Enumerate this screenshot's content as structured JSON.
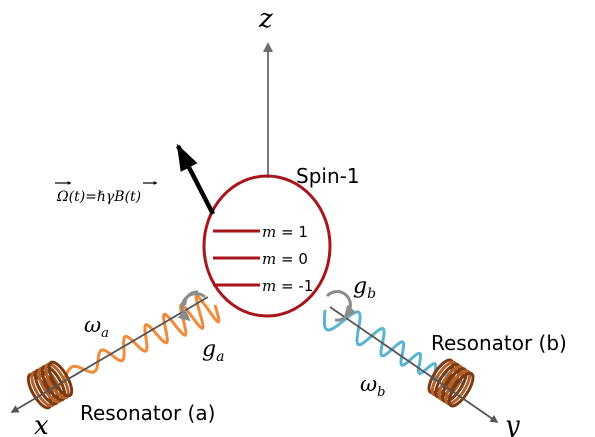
{
  "axes": {
    "z_label": "z",
    "x_label": "x",
    "y_label": "y"
  },
  "spin": {
    "label": "Spin-1",
    "levels": [
      {
        "m_symbol": "m",
        "eq": " = 1"
      },
      {
        "m_symbol": "m",
        "eq": " = 0"
      },
      {
        "m_symbol": "m",
        "eq": " = -1"
      }
    ]
  },
  "field": {
    "omega": "Ω",
    "equation_mid": "(t)=ℏγ",
    "b_symbol": "B",
    "equation_end": "(t)"
  },
  "resonator_a": {
    "label": "Resonator (a)",
    "freq_symbol": "ω",
    "freq_sub": "a",
    "coupling_symbol": "g",
    "coupling_sub": "a"
  },
  "resonator_b": {
    "label": "Resonator (b)",
    "freq_symbol": "ω",
    "freq_sub": "b",
    "coupling_symbol": "g",
    "coupling_sub": "b"
  },
  "colors": {
    "axis": "#777777",
    "arrow_black": "#000000",
    "spin_ellipse": "#a8151b",
    "levels": "#a8151b",
    "wave_a": "#f28a3c",
    "wave_b": "#5ab4cf",
    "coil": "#7a3a12",
    "coil_light": "#b4612a",
    "circulation": "#8c8c8c"
  }
}
